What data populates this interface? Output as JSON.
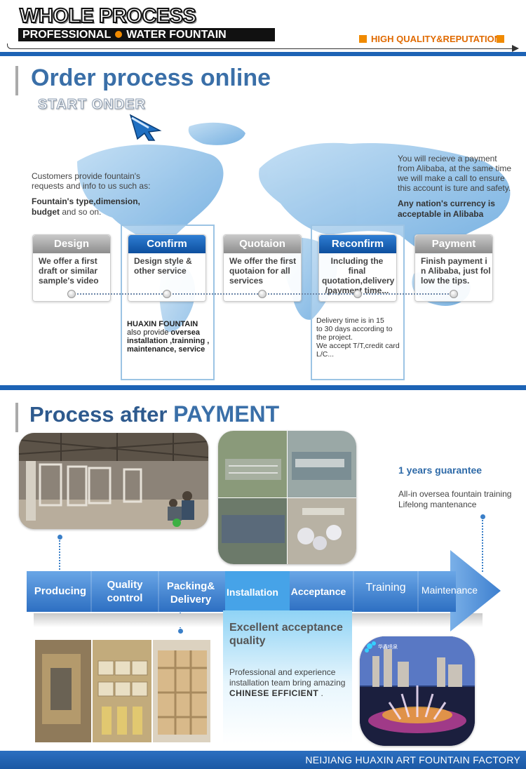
{
  "header": {
    "title": "WHOLE PROCESS",
    "subtitle_left": "PROFESSIONAL",
    "subtitle_right": "WATER FOUNTAIN",
    "tagline": "HIGH QUALITY&REPUTATION"
  },
  "section1": {
    "title": "Order process online",
    "start_label": "START ONDER",
    "left_note": {
      "line1": "Customers provide fountain's",
      "line2": " requests and info to us such as:",
      "bold": "Fountain's type,dimension,",
      "bold2": "budget",
      "tail": " and so on."
    },
    "right_note": {
      "lines": [
        "You will recieve a payment",
        "from Alibaba, at the same time",
        "we will make a call to ensure",
        "this account is ture and safety."
      ],
      "bold1": "Any nation's currency is",
      "bold2": " acceptable in Alibaba"
    },
    "stages": [
      {
        "label": "Design",
        "lines": [
          "We offer a first",
          "draft or similar",
          "sample's video"
        ]
      },
      {
        "label": "Confirm",
        "lines": [
          "Design style  &",
          "other service"
        ]
      },
      {
        "label": "Quotaion",
        "lines": [
          "We offer the first",
          "quotaion for   all",
          "services"
        ]
      },
      {
        "label": "Reconfirm",
        "lines": [
          "Including the final",
          "quotation,delivery",
          "/payment time..."
        ]
      },
      {
        "label": "Payment",
        "lines": [
          "Finish payment i",
          "n Alibaba, just fol",
          "low the tips."
        ]
      }
    ],
    "confirm_note": {
      "company": "HUAXIN FOUNTAIN",
      "line2": "also provide",
      "bold2": " oversea",
      "line3": "installation ,trainning ,",
      "line4": "maintenance, service"
    },
    "reconfirm_note": {
      "lines": [
        "Delivery time is in 15",
        "to 30 days according to",
        "the project.",
        "We accept T/T,credit card",
        "L/C..."
      ]
    }
  },
  "section2": {
    "title_prefix": "Process after ",
    "title_highlight": "PAYMENT",
    "guarantee": "1 years guarantee",
    "guarantee_lines": [
      "All-in oversea fountain training",
      "Lifelong mantenance"
    ],
    "steps": [
      {
        "label": "Producing"
      },
      {
        "label": "Quality\ncontrol"
      },
      {
        "label": "Packing&\nDelivery"
      },
      {
        "label": "Installation"
      },
      {
        "label": "Acceptance"
      },
      {
        "label": "Training"
      },
      {
        "label": "Maintenance"
      }
    ],
    "acceptance": {
      "title1": "Excellent acceptance",
      "title2": "quality",
      "lines": [
        "Professional and experience",
        "installation team bring amazing"
      ],
      "bold": "CHINESE EFFICIENT",
      "tail": " ."
    },
    "photo_logo_text": "华鑫喷泉"
  },
  "footer": "NEIJIANG HUAXIN ART FOUNTAIN FACTORY",
  "colors": {
    "brand_blue": "#1d63b5",
    "accent_orange": "#f08a00"
  }
}
